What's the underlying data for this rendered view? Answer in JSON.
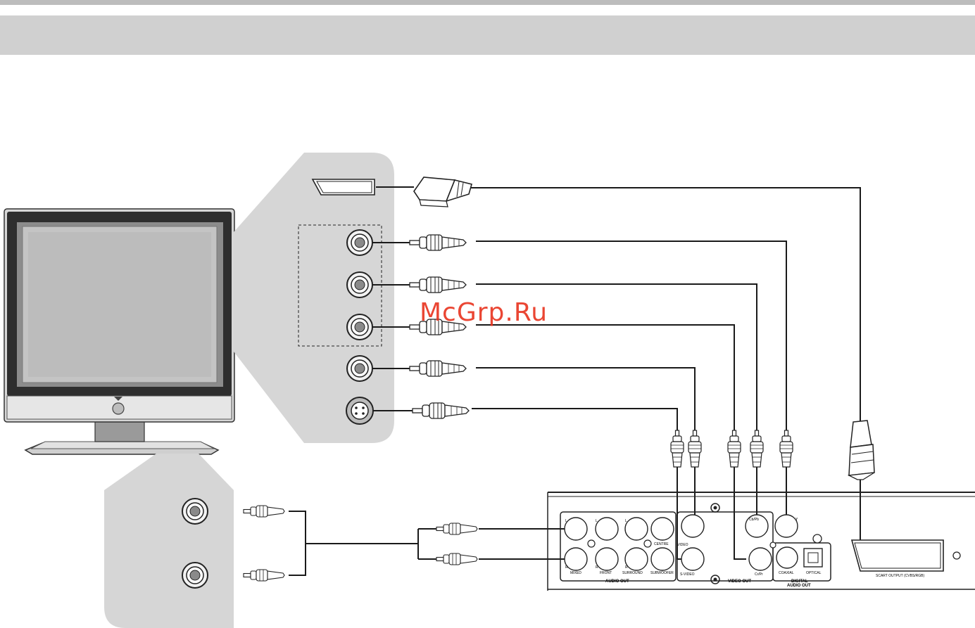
{
  "watermark": "McGrp.Ru",
  "dvd_panel": {
    "audio_out": {
      "group_label": "AUDIO OUT",
      "top_labels": [
        "L",
        "L",
        "L",
        "CENTRE"
      ],
      "bottom_side_labels": [
        "R",
        "R",
        "R"
      ],
      "bottom_labels": [
        "MIXED",
        "FRONT",
        "SURROUND",
        "SUBWOOFER"
      ]
    },
    "video_out": {
      "group_label": "VIDEO OUT",
      "video": "VIDEO",
      "svideo": "S-VIDEO",
      "cbpb": "Cb/Pb",
      "y": "Y",
      "crpr": "Cr/Pr"
    },
    "digital_audio_out": {
      "group_label_1": "DIGITAL",
      "group_label_2": "AUDIO OUT",
      "coaxial": "COAXIAL",
      "optical": "OPTICAL"
    },
    "scart_output": "SCART OUTPUT (CVBS/RGB)"
  },
  "colors": {
    "panel_gray": "#d0d0d0",
    "zoom_gray": "#d6d6d6",
    "line": "#1a1a1a",
    "watermark": "#e8321e"
  }
}
